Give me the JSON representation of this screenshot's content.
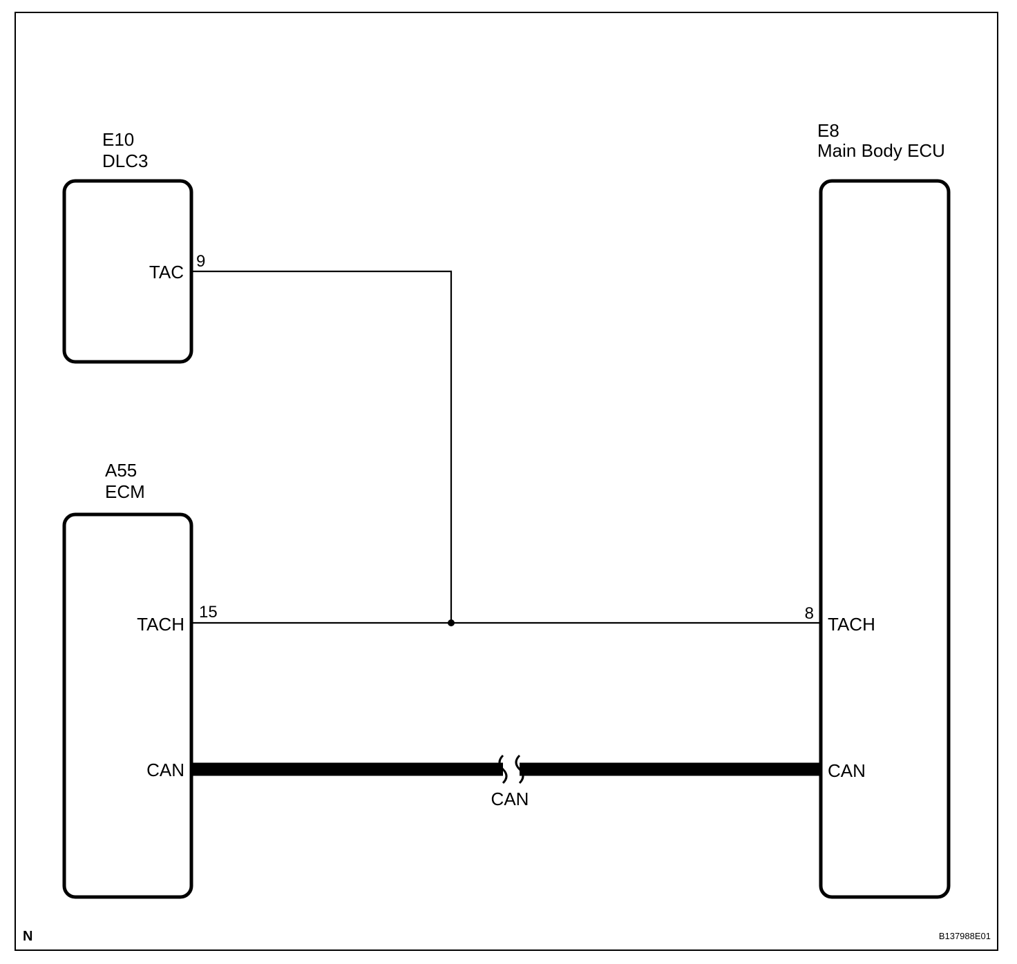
{
  "components": {
    "dlc3": {
      "code": "E10",
      "name": "DLC3",
      "terminal": {
        "name": "TAC",
        "pin": "9"
      }
    },
    "ecm": {
      "code": "A55",
      "name": "ECM",
      "terminal_tach": {
        "name": "TACH",
        "pin": "15"
      },
      "terminal_can": {
        "name": "CAN"
      }
    },
    "body_ecu": {
      "code": "E8",
      "name": "Main Body ECU",
      "terminal_tach": {
        "name": "TACH",
        "pin": "8"
      },
      "terminal_can": {
        "name": "CAN"
      }
    }
  },
  "bus": {
    "label": "CAN"
  },
  "footer": {
    "corner_mark": "N",
    "figure_code": "B137988E01"
  }
}
